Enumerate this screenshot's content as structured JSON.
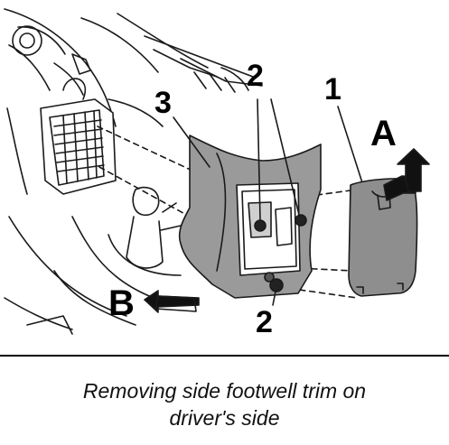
{
  "diagram": {
    "callouts": {
      "part_1": "1",
      "part_2_top": "2",
      "part_2_bottom": "2",
      "part_3": "3",
      "direction_a": "A",
      "direction_b": "B"
    },
    "colors": {
      "line": "#1a1a1a",
      "trim_fill": "#9a9a9a",
      "cover_fill": "#8e8e8e",
      "background": "#ffffff"
    }
  },
  "caption": {
    "line1": "Removing side footwell trim on",
    "line2": "driver's side"
  }
}
